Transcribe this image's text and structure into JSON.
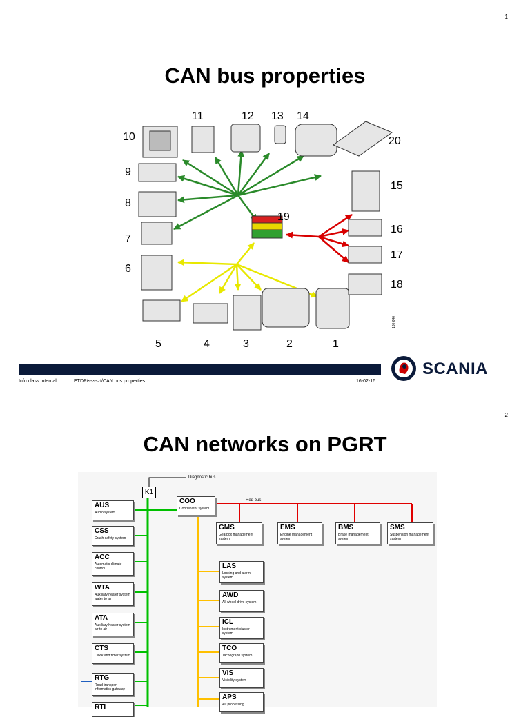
{
  "slide1": {
    "page_number": "1",
    "title": "CAN bus properties",
    "numbers": {
      "n1": "1",
      "n2": "2",
      "n3": "3",
      "n4": "4",
      "n5": "5",
      "n6": "6",
      "n7": "7",
      "n8": "8",
      "n9": "9",
      "n10": "10",
      "n11": "11",
      "n12": "12",
      "n13": "13",
      "n14": "14",
      "n15": "15",
      "n16": "16",
      "n17": "17",
      "n18": "18",
      "n19": "19",
      "n20": "20"
    },
    "image_id": "130 640",
    "footer": {
      "class": "Info class Internal",
      "path": "ETDP/sssszt/CAN bus properties",
      "date": "16-02-16"
    },
    "brand": "SCANIA"
  },
  "slide2": {
    "page_number": "2",
    "title": "CAN networks on PGRT",
    "labels": {
      "diagnostic": "Diagnostic bus",
      "red_bus": "Red bus",
      "k1": "K1"
    },
    "coo": {
      "code": "COO",
      "desc": "Coordinator system"
    },
    "left_boxes": [
      {
        "code": "AUS",
        "desc": "Audio system"
      },
      {
        "code": "CSS",
        "desc": "Crash safety system"
      },
      {
        "code": "ACC",
        "desc": "Automatic climate control"
      },
      {
        "code": "WTA",
        "desc": "Auxiliary heater system water to air"
      },
      {
        "code": "ATA",
        "desc": "Auxiliary heater system air to air"
      },
      {
        "code": "CTS",
        "desc": "Clock and timer system"
      },
      {
        "code": "RTG",
        "desc": "Road transport informatics gateway"
      },
      {
        "code": "RTI",
        "desc": ""
      }
    ],
    "red_boxes": [
      {
        "code": "GMS",
        "desc": "Gearbox management system"
      },
      {
        "code": "EMS",
        "desc": "Engine management system"
      },
      {
        "code": "BMS",
        "desc": "Brake management system"
      },
      {
        "code": "SMS",
        "desc": "Suspension management system"
      }
    ],
    "yellow_boxes": [
      {
        "code": "LAS",
        "desc": "Locking and alarm system"
      },
      {
        "code": "AWD",
        "desc": "All wheel drive system"
      },
      {
        "code": "ICL",
        "desc": "Instrument cluster system"
      },
      {
        "code": "TCO",
        "desc": "Tachograph system"
      },
      {
        "code": "VIS",
        "desc": "Visibility system"
      },
      {
        "code": "APS",
        "desc": "Air processing"
      }
    ],
    "colors": {
      "green": "#00c000",
      "red": "#e00000",
      "yellow": "#ffc000",
      "blue": "#2060c0"
    }
  }
}
